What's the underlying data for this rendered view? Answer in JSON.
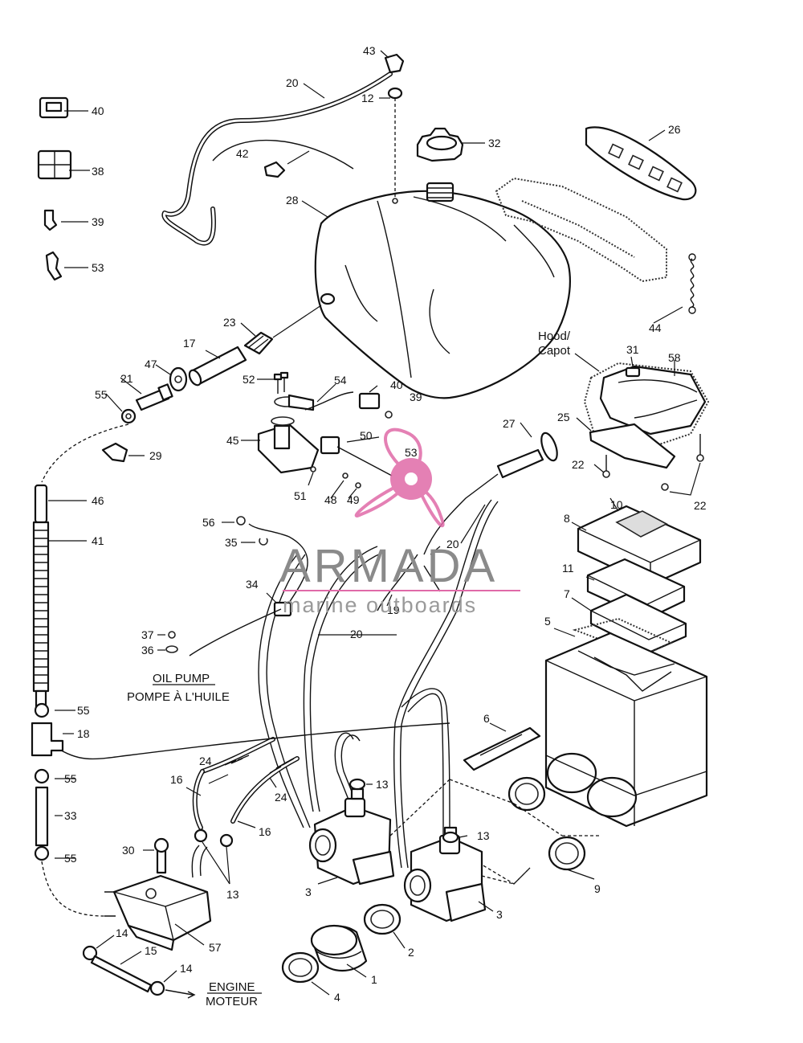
{
  "watermark": {
    "brand": "ARMADA",
    "tagline": "marine outboards",
    "accent_color": "#e06aa8",
    "text_color": "#8a8a8a"
  },
  "labels": {
    "hood_en": "Hood/",
    "hood_fr": "Capot",
    "oil_pump_en": "OIL PUMP",
    "oil_pump_fr": "POMPE À L'HUILE",
    "engine_en": "ENGINE",
    "engine_fr": "MOTEUR"
  },
  "callouts": {
    "c1": "1",
    "c2": "2",
    "c3a": "3",
    "c3b": "3",
    "c4": "4",
    "c5": "5",
    "c6": "6",
    "c7": "7",
    "c8": "8",
    "c9": "9",
    "c10": "10",
    "c11": "11",
    "c12": "12",
    "c13a": "13",
    "c13b": "13",
    "c13c": "13",
    "c14a": "14",
    "c14b": "14",
    "c15": "15",
    "c16a": "16",
    "c16b": "16",
    "c17": "17",
    "c18": "18",
    "c19": "19",
    "c20a": "20",
    "c20b": "20",
    "c20c": "20",
    "c21": "21",
    "c22a": "22",
    "c22b": "22",
    "c23": "23",
    "c24a": "24",
    "c24b": "24",
    "c25": "25",
    "c26": "26",
    "c27": "27",
    "c28": "28",
    "c29": "29",
    "c30": "30",
    "c31": "31",
    "c32": "32",
    "c33": "33",
    "c34": "34",
    "c35": "35",
    "c36": "36",
    "c37": "37",
    "c38": "38",
    "c39a": "39",
    "c39b": "39",
    "c40a": "40",
    "c40b": "40",
    "c41": "41",
    "c42": "42",
    "c43": "43",
    "c44": "44",
    "c45": "45",
    "c46": "46",
    "c47": "47",
    "c48": "48",
    "c49": "49",
    "c50": "50",
    "c51": "51",
    "c52": "52",
    "c53a": "53",
    "c53b": "53",
    "c54": "54",
    "c55a": "55",
    "c55b": "55",
    "c55c": "55",
    "c55d": "55",
    "c56": "56",
    "c57": "57",
    "c58": "58"
  }
}
